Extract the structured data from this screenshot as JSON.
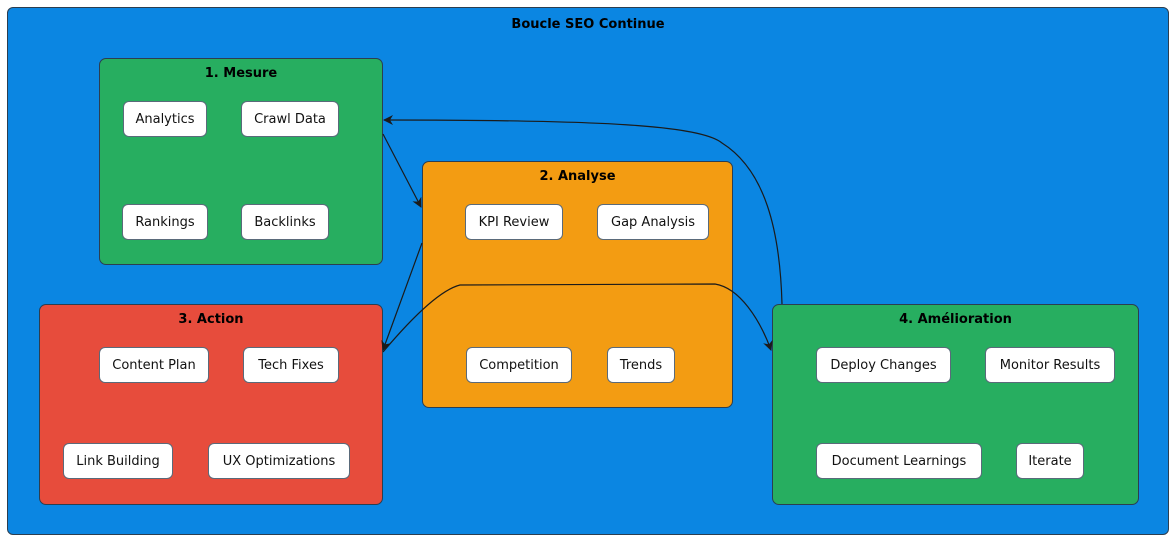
{
  "diagram": {
    "title": "Boucle SEO Continue",
    "colors": {
      "background": "#0b86e2",
      "border": "#2c3e50",
      "mesure": "#27ae60",
      "analyse": "#f39c12",
      "action": "#e74c3c",
      "amelioration": "#27ae60",
      "node": "#ffffff"
    },
    "groups": [
      {
        "id": "mesure",
        "title": "1. Mesure",
        "nodes": [
          "Analytics",
          "Crawl Data",
          "Rankings",
          "Backlinks"
        ]
      },
      {
        "id": "analyse",
        "title": "2. Analyse",
        "nodes": [
          "KPI Review",
          "Gap Analysis",
          "Competition",
          "Trends"
        ]
      },
      {
        "id": "action",
        "title": "3. Action",
        "nodes": [
          "Content Plan",
          "Tech Fixes",
          "Link Building",
          "UX Optimizations"
        ]
      },
      {
        "id": "amelioration",
        "title": "4. Amélioration",
        "nodes": [
          "Deploy Changes",
          "Monitor Results",
          "Document Learnings",
          "Iterate"
        ]
      }
    ],
    "edges": [
      {
        "from": "1. Mesure",
        "to": "2. Analyse"
      },
      {
        "from": "2. Analyse",
        "to": "3. Action"
      },
      {
        "from": "3. Action",
        "to": "4. Amélioration"
      },
      {
        "from": "4. Amélioration",
        "to": "1. Mesure"
      }
    ]
  }
}
